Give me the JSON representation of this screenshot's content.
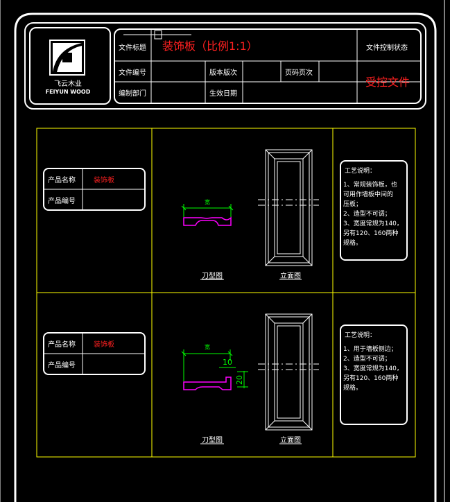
{
  "title_block": {
    "logo": {
      "name_cn": "飞云木业",
      "name_en": "FEIYUN WOOD"
    },
    "file_title_label": "文件标题",
    "file_title_value": "装饰板（比例1:1）",
    "file_control_label": "文件控制状态",
    "file_control_value": "受控文件",
    "file_no_label": "文件编号",
    "version_label": "版本版次",
    "page_label": "页码页次",
    "dept_label": "编制部门",
    "effective_date_label": "生效日期"
  },
  "rows": [
    {
      "product_name_label": "产品名称",
      "product_name_value": "装饰板",
      "product_no_label": "产品编号",
      "dim_label": "宽",
      "knife_label": "刀型图",
      "elevation_label": "立面图",
      "notes_title": "工艺说明：",
      "notes": [
        "1、常规装饰板，也",
        "可用作墙板中间的",
        "压板；",
        "2、造型不可调；",
        "3、宽度常规为140，",
        "另有120、160两种",
        "规格。"
      ]
    },
    {
      "product_name_label": "产品名称",
      "product_name_value": "装饰板",
      "product_no_label": "产品编号",
      "dim_label": "宽",
      "dim_10": "10",
      "dim_20": "20",
      "knife_label": "刀型图",
      "elevation_label": "立面图",
      "notes_title": "工艺说明：",
      "notes": [
        "1、用于墙板侧边；",
        "2、造型不可调；",
        "3、宽度常规为140，",
        "另有120、160两种",
        "规格。"
      ]
    }
  ],
  "colors": {
    "background": "#000000",
    "lines": "#ffffff",
    "frame": "#ffff00",
    "profile": "#ff00ff",
    "dimension": "#00ff00",
    "highlight": "#ff2020"
  }
}
